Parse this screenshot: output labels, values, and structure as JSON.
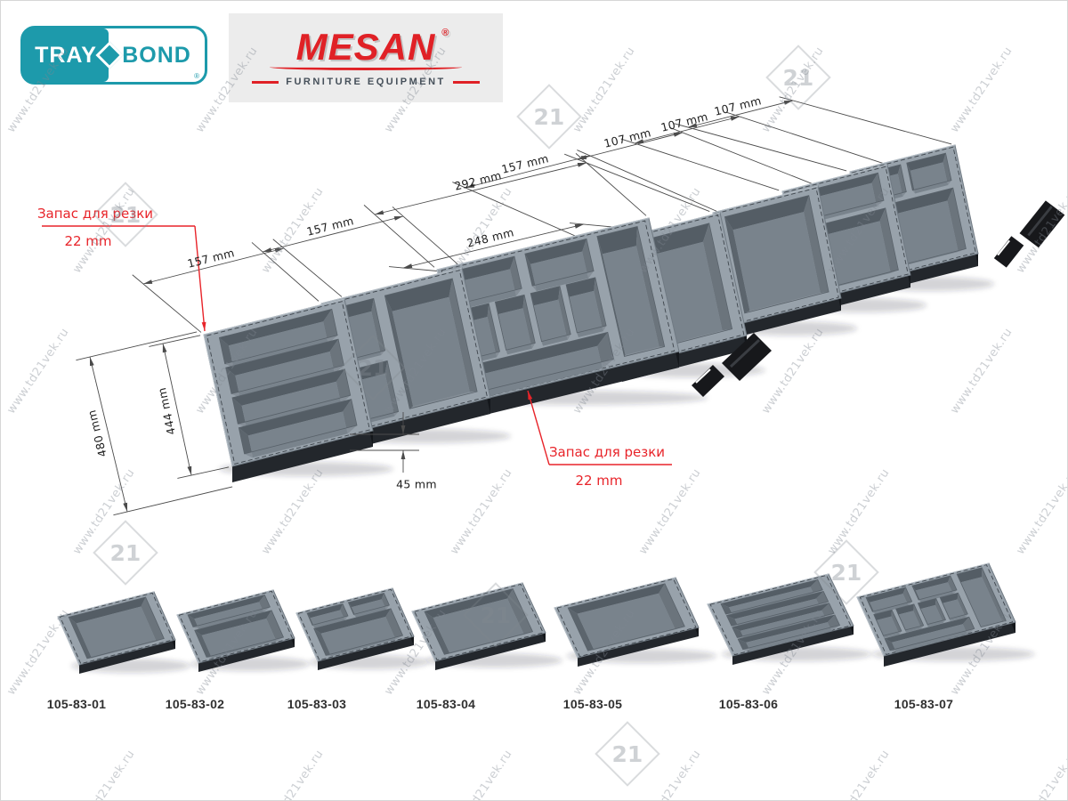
{
  "brand": {
    "traybond": {
      "part1": "TRAY",
      "part2": "BOND",
      "registered": "®"
    },
    "mesan": {
      "name": "MESAN",
      "registered": "®",
      "tagline": "FURNITURE EQUIPMENT"
    }
  },
  "watermark": {
    "url": "www.td21vek.ru",
    "badge_number": "21"
  },
  "diagram": {
    "dimensions": {
      "width_tray1": "157 mm",
      "width_tray2": "157 mm",
      "width_tray3_outer": "292 mm",
      "width_tray3_inner": "248 mm",
      "width_tray4": "157 mm",
      "width_tray5": "107 mm",
      "width_tray6": "107 mm",
      "width_tray7": "107 mm",
      "depth_inner": "444 mm",
      "depth_outer": "480 mm",
      "height": "45 mm"
    },
    "annotations": {
      "cut_margin_top": {
        "label": "Запас для резки",
        "value": "22 mm"
      },
      "cut_margin_bottom": {
        "label": "Запас для резки",
        "value": "22 mm"
      }
    }
  },
  "products": [
    {
      "code": "105-83-01"
    },
    {
      "code": "105-83-02"
    },
    {
      "code": "105-83-03"
    },
    {
      "code": "105-83-04"
    },
    {
      "code": "105-83-05"
    },
    {
      "code": "105-83-06"
    },
    {
      "code": "105-83-07"
    }
  ],
  "colors": {
    "accent_teal": "#1d9aab",
    "accent_red": "#e02126",
    "annotation_red": "#e8242a",
    "tray_gray": "#98a2ab"
  }
}
